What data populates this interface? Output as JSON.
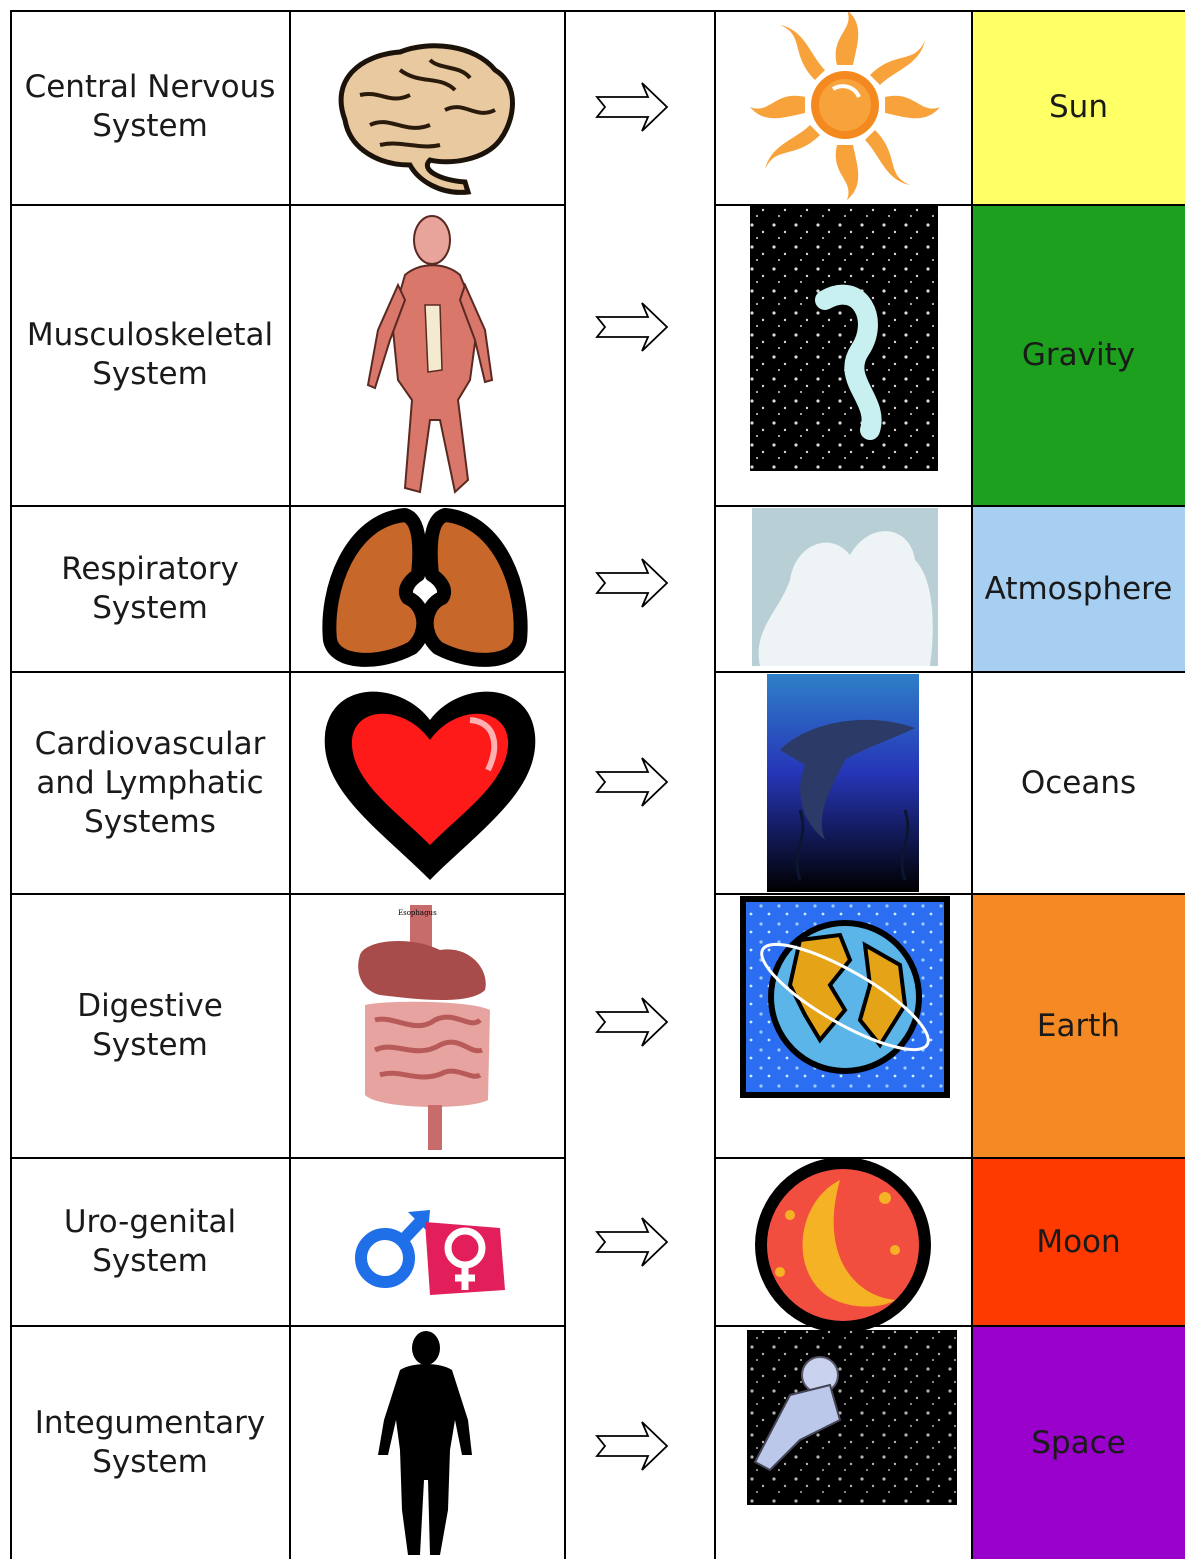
{
  "rows": [
    {
      "system": "Central Nervous System",
      "system_icon": "brain-icon",
      "space_icon": "sun-icon",
      "label": "Sun",
      "color": "#ffff66"
    },
    {
      "system": "Musculoskeletal System",
      "system_icon": "muscle-figure-icon",
      "space_icon": "galaxy-icon",
      "label": "Gravity",
      "color": "#1da01d"
    },
    {
      "system": "Respiratory System",
      "system_icon": "lungs-icon",
      "space_icon": "clouds-icon",
      "label": "Atmosphere",
      "color": "#a6cff2"
    },
    {
      "system": "Cardiovascular and Lymphatic Systems",
      "system_icon": "heart-icon",
      "space_icon": "shark-icon",
      "label": "Oceans",
      "color": "#ffffff"
    },
    {
      "system": "Digestive System",
      "system_icon": "digestive-organs-icon",
      "space_icon": "earth-icon",
      "label": "Earth",
      "color": "#f58a24"
    },
    {
      "system": "Uro-genital System",
      "system_icon": "gender-symbols-icon",
      "space_icon": "moon-icon",
      "label": "Moon",
      "color": "#ff3a00"
    },
    {
      "system": "Integumentary System",
      "system_icon": "body-silhouette-icon",
      "space_icon": "astronaut-icon",
      "label": "Space",
      "color": "#9900cc"
    }
  ],
  "arrow_icon": "right-arrow-icon"
}
